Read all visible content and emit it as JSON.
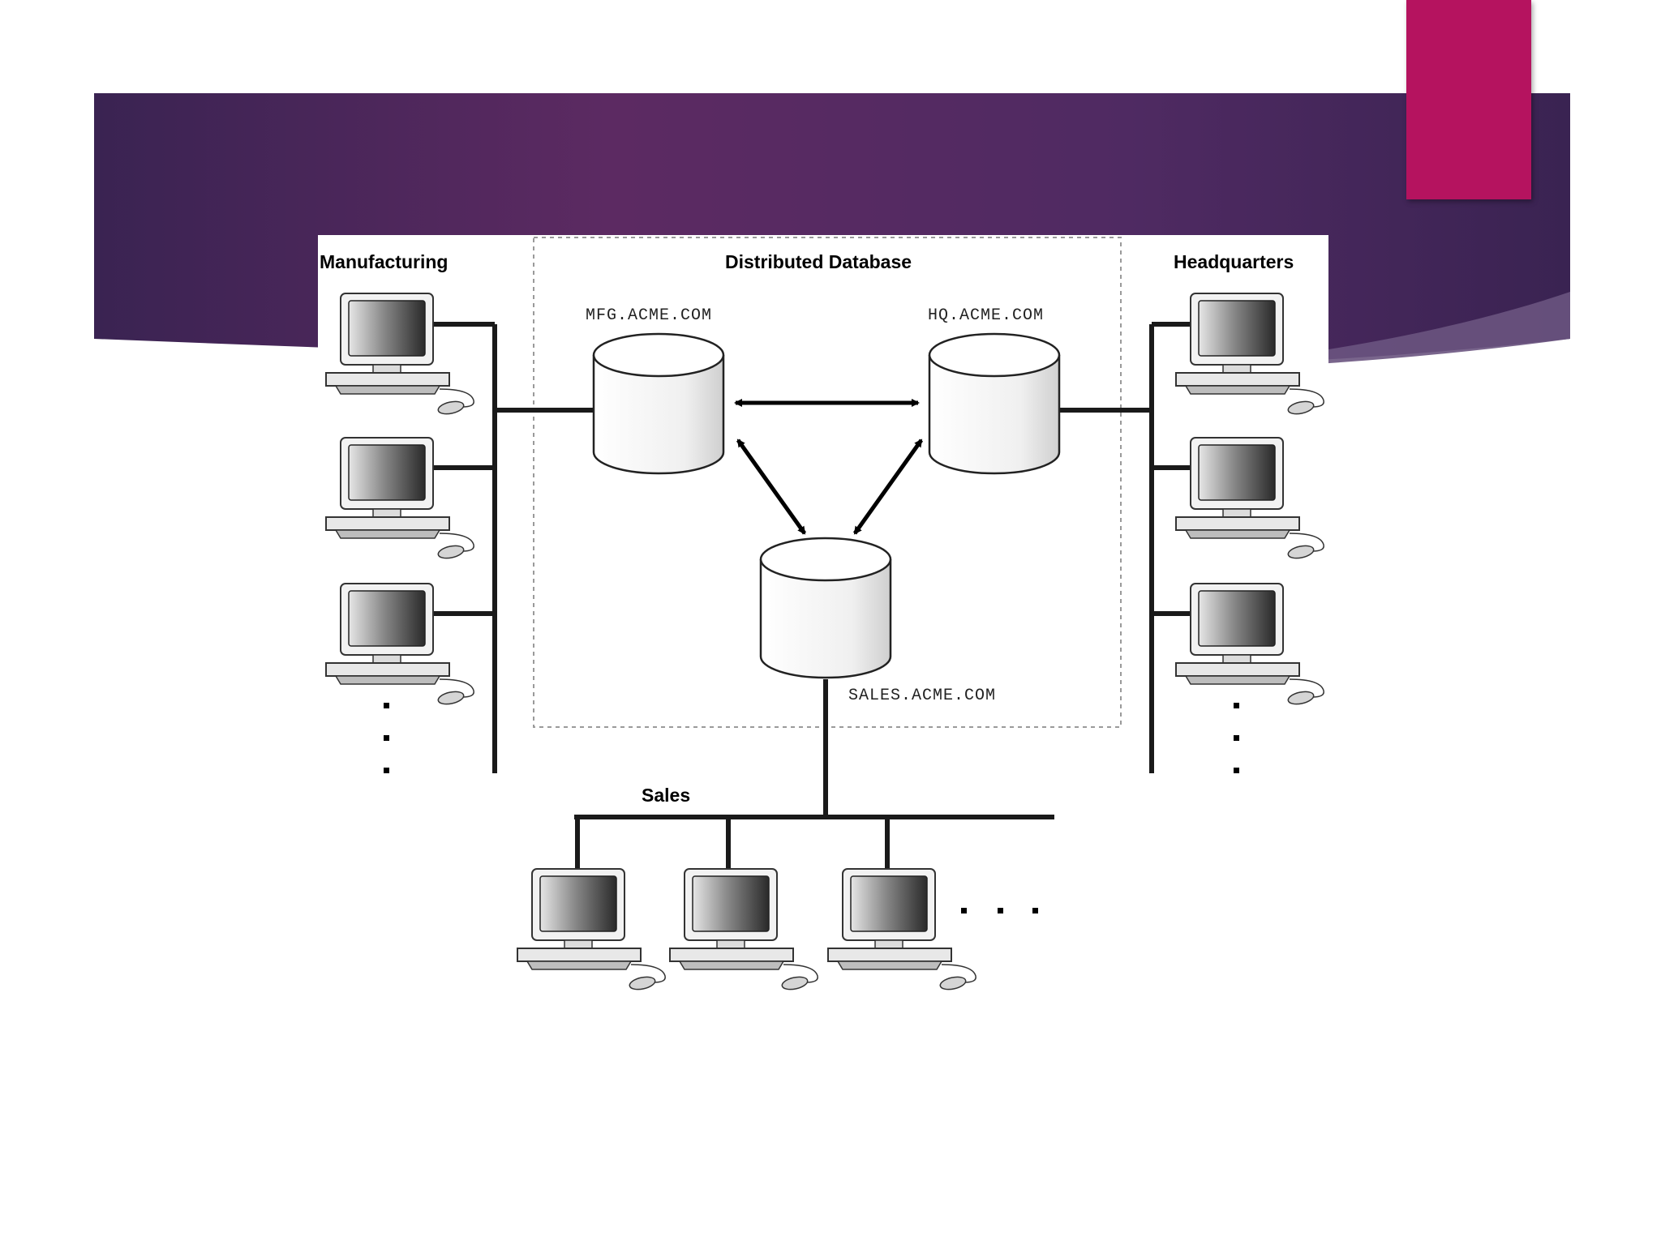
{
  "colors": {
    "banner_dark": "#3a2352",
    "banner_mid": "#5c2a62",
    "accent": "#b5135f"
  },
  "diagram": {
    "title": "Distributed Database",
    "groups": {
      "manufacturing": "Manufacturing",
      "headquarters": "Headquarters",
      "sales": "Sales"
    },
    "databases": {
      "mfg": "MFG.ACME.COM",
      "hq": "HQ.ACME.COM",
      "sales": "SALES.ACME.COM"
    },
    "icons": [
      "database-cylinder-icon",
      "desktop-computer-icon",
      "mouse-icon",
      "bidirectional-arrow-icon",
      "ellipsis-icon"
    ]
  }
}
